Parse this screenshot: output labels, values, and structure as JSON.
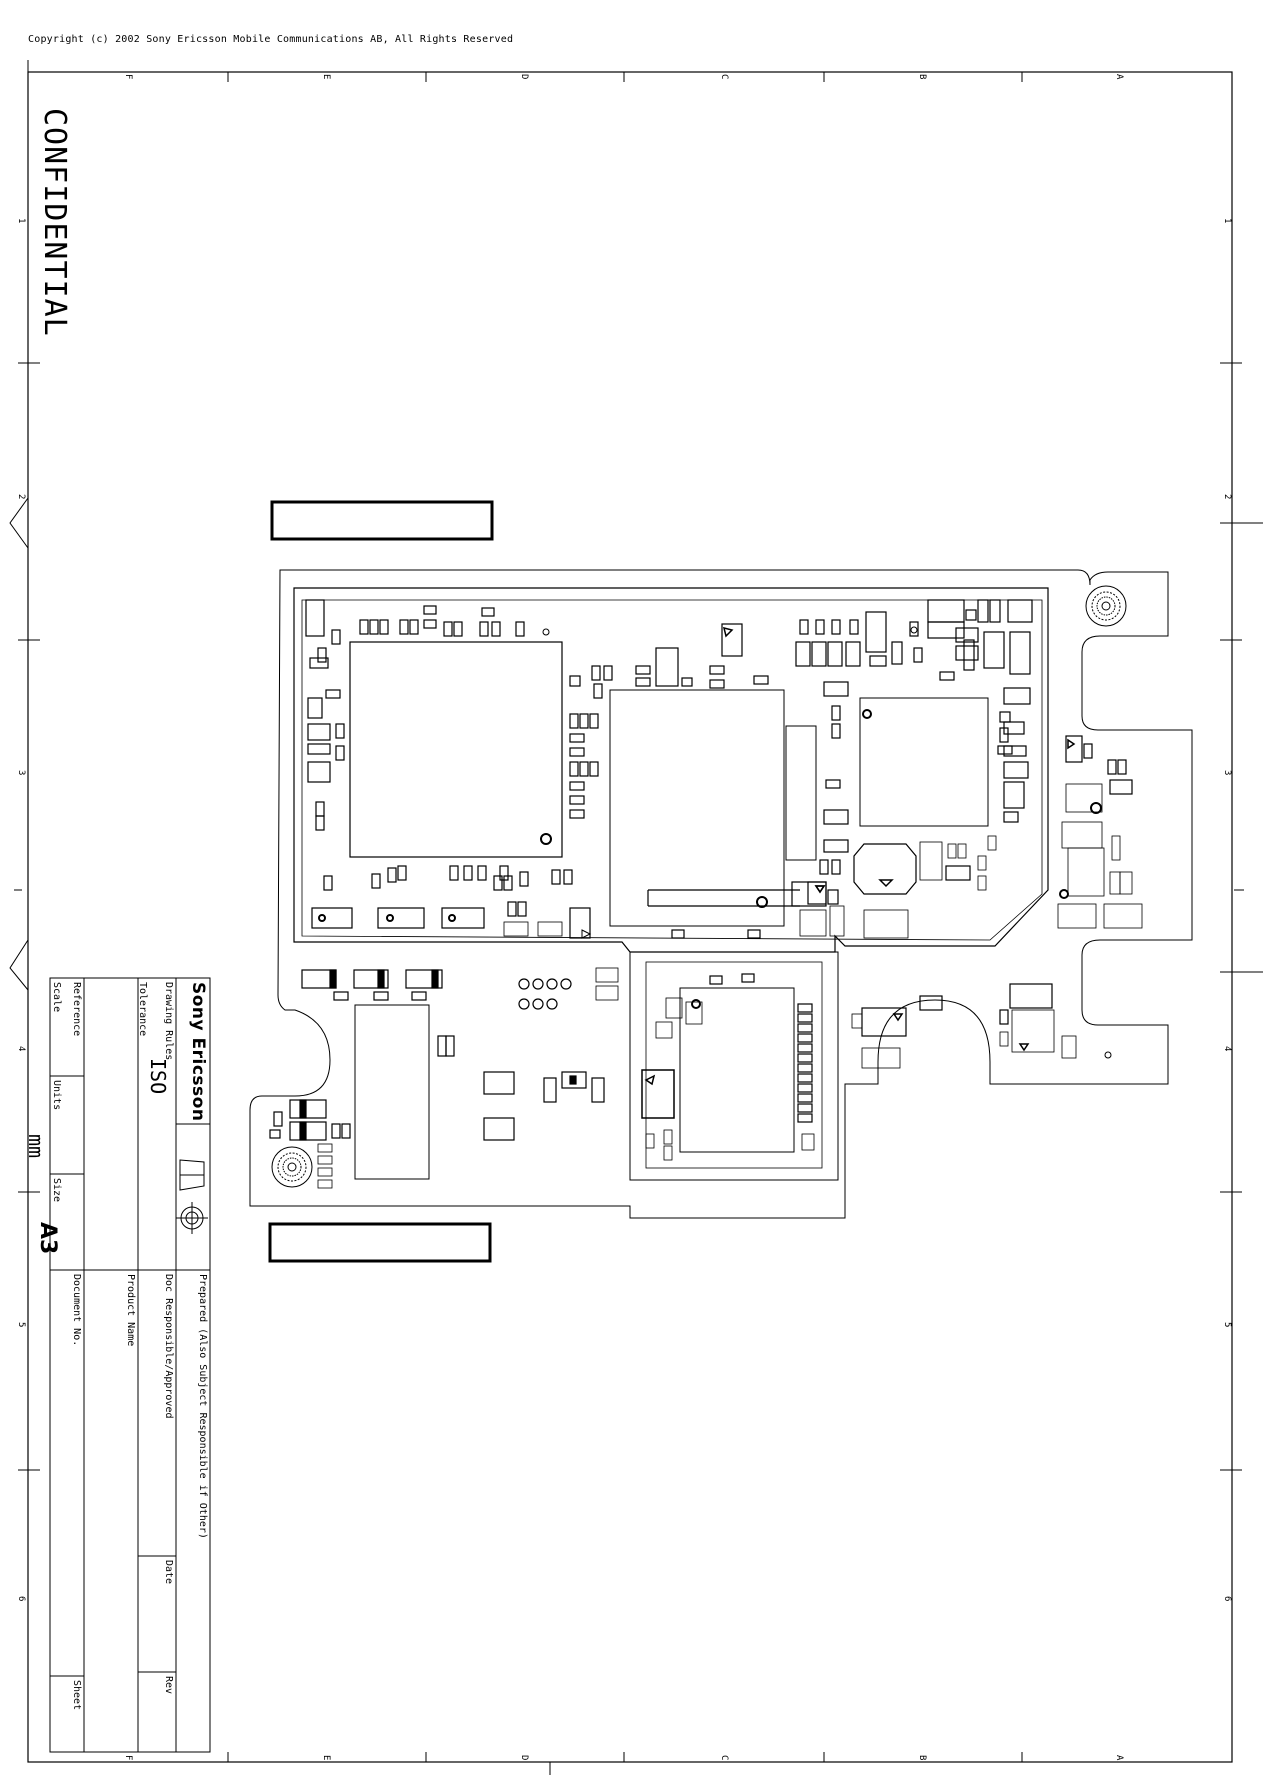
{
  "header": {
    "copyright": "Copyright (c) 2002 Sony Ericsson Mobile Communications AB, All Rights Reserved"
  },
  "stamp": {
    "confidential": "CONFIDENTIAL"
  },
  "grid": {
    "columns": [
      "F",
      "E",
      "D",
      "C",
      "B",
      "A"
    ],
    "rows": [
      "1",
      "2",
      "3",
      "4",
      "5",
      "6"
    ]
  },
  "title_block": {
    "brand": "Sony Ericsson",
    "drawing_rules_label": "Drawing Rules",
    "drawing_rules_value": "ISO",
    "tolerance_label": "Tolerance",
    "reference_label": "Reference",
    "scale_label": "Scale",
    "units_label": "Units",
    "units_value": "mm",
    "size_label": "Size",
    "size_value": "A3",
    "prepared_label": "Prepared (Also Subject Responsible if Other)",
    "doc_responsible_label": "Doc Responsible/Approved",
    "product_name_label": "Product Name",
    "document_no_label": "Document No.",
    "date_label": "Date",
    "rev_label": "Rev",
    "sheet_label": "Sheet"
  }
}
